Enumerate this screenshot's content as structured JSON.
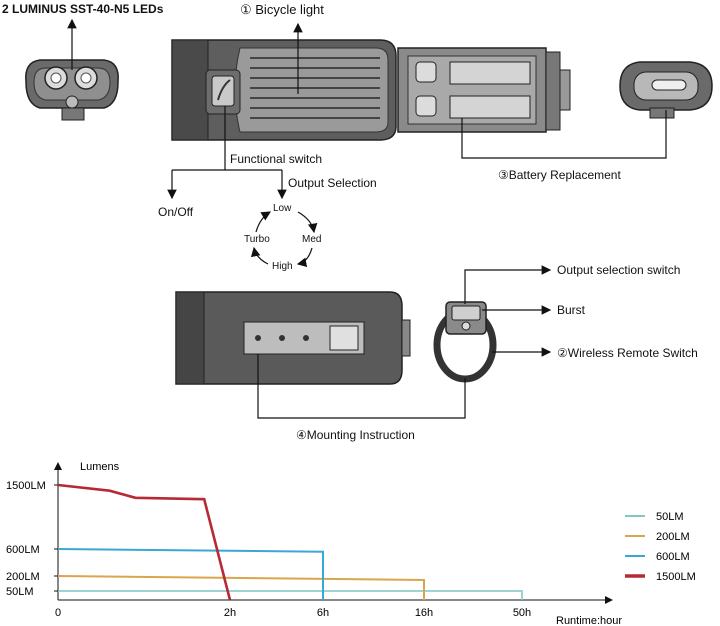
{
  "labels": {
    "leds": "2 LUMINUS SST-40-N5 LEDs",
    "bicycle_light": "① Bicycle light",
    "functional_switch": "Functional switch",
    "output_selection": "Output Selection",
    "on_off": "On/Off",
    "mode_low": "Low",
    "mode_med": "Med",
    "mode_high": "High",
    "mode_turbo": "Turbo",
    "battery_replacement": "③Battery Replacement",
    "output_selection_switch": "Output selection switch",
    "burst": "Burst",
    "wireless_remote_switch": "②Wireless Remote Switch",
    "mounting_instruction": "④Mounting Instruction"
  },
  "colors": {
    "50LM": "#7fc7c3",
    "200LM": "#d9a64e",
    "600LM": "#3aa8d6",
    "1500LM": "#b52a35"
  },
  "chart_data": {
    "type": "line",
    "ylabel": "Lumens",
    "xlabel": "Runtime:hour",
    "y_ticks": [
      "50LM",
      "200LM",
      "600LM",
      "1500LM"
    ],
    "x_ticks": [
      "0",
      "2h",
      "6h",
      "16h",
      "50h"
    ],
    "series": [
      {
        "name": "50LM",
        "points": [
          [
            0,
            50
          ],
          [
            50,
            50
          ],
          [
            50,
            0
          ]
        ]
      },
      {
        "name": "200LM",
        "points": [
          [
            0,
            200
          ],
          [
            16,
            160
          ],
          [
            16,
            0
          ]
        ]
      },
      {
        "name": "600LM",
        "points": [
          [
            0,
            600
          ],
          [
            6,
            560
          ],
          [
            6,
            0
          ]
        ]
      },
      {
        "name": "1500LM",
        "points": [
          [
            0,
            1500
          ],
          [
            0.6,
            1420
          ],
          [
            0.9,
            1320
          ],
          [
            1.7,
            1300
          ],
          [
            2,
            0
          ]
        ]
      }
    ],
    "legend": [
      "50LM",
      "200LM",
      "600LM",
      "1500LM"
    ],
    "legend_position": "right"
  }
}
